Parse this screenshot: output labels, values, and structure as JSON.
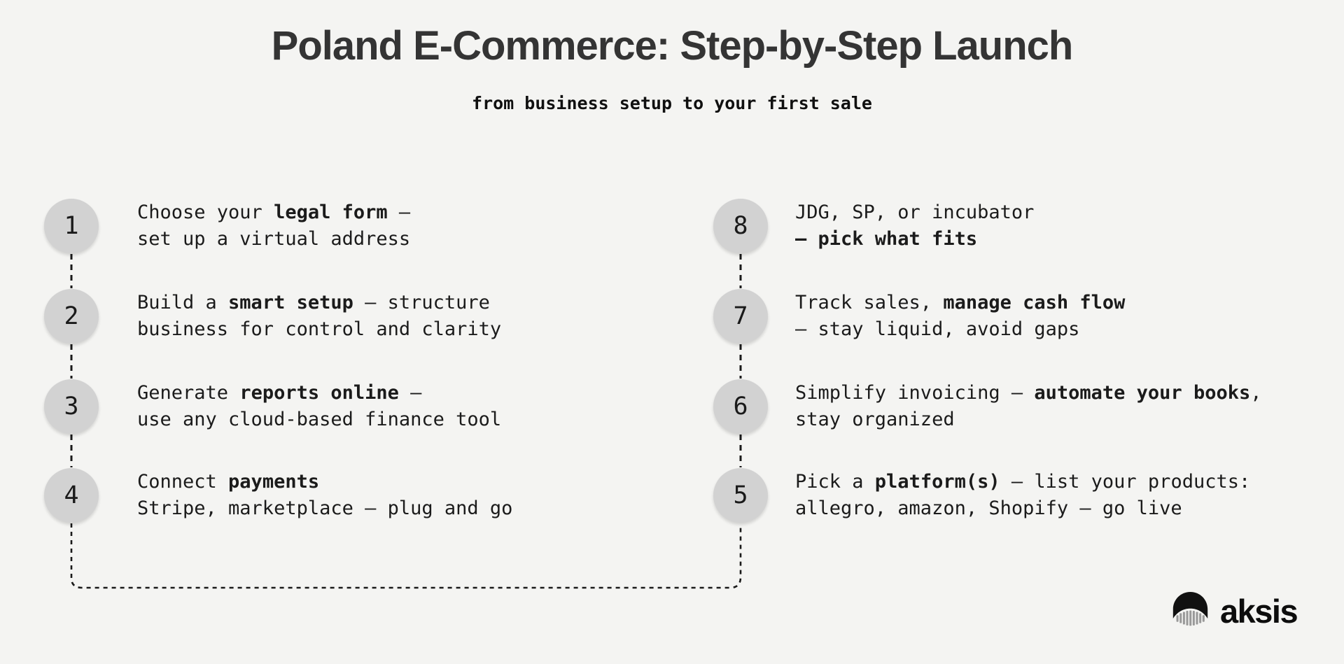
{
  "header": {
    "title": "Poland E-Commerce: Step-by-Step Launch",
    "subtitle": "from business setup to your first sale"
  },
  "steps": [
    {
      "number": "1",
      "col": "left",
      "row": 0,
      "lines": [
        [
          {
            "t": "Choose your ",
            "b": false
          },
          {
            "t": "legal form",
            "b": true
          },
          {
            "t": " —",
            "b": false
          }
        ],
        [
          {
            "t": "set up a virtual address",
            "b": false
          }
        ]
      ]
    },
    {
      "number": "2",
      "col": "left",
      "row": 1,
      "lines": [
        [
          {
            "t": "Build a ",
            "b": false
          },
          {
            "t": "smart setup",
            "b": true
          },
          {
            "t": " — structure",
            "b": false
          }
        ],
        [
          {
            "t": "business for control and clarity",
            "b": false
          }
        ]
      ]
    },
    {
      "number": "3",
      "col": "left",
      "row": 2,
      "lines": [
        [
          {
            "t": "Generate ",
            "b": false
          },
          {
            "t": "reports online",
            "b": true
          },
          {
            "t": " —",
            "b": false
          }
        ],
        [
          {
            "t": "use any cloud-based finance tool",
            "b": false
          }
        ]
      ]
    },
    {
      "number": "4",
      "col": "left",
      "row": 3,
      "lines": [
        [
          {
            "t": "Connect ",
            "b": false
          },
          {
            "t": "payments",
            "b": true
          }
        ],
        [
          {
            "t": "Stripe, marketplace — plug and go",
            "b": false
          }
        ]
      ]
    },
    {
      "number": "8",
      "col": "right",
      "row": 0,
      "lines": [
        [
          {
            "t": "JDG, SP, or incubator",
            "b": false
          }
        ],
        [
          {
            "t": "— pick what fits",
            "b": true
          }
        ]
      ]
    },
    {
      "number": "7",
      "col": "right",
      "row": 1,
      "lines": [
        [
          {
            "t": "Track sales, ",
            "b": false
          },
          {
            "t": "manage cash flow",
            "b": true
          }
        ],
        [
          {
            "t": "— stay liquid, avoid gaps",
            "b": false
          }
        ]
      ]
    },
    {
      "number": "6",
      "col": "right",
      "row": 2,
      "lines": [
        [
          {
            "t": "Simplify invoicing — ",
            "b": false
          },
          {
            "t": "automate your books",
            "b": true
          },
          {
            "t": ",",
            "b": false
          }
        ],
        [
          {
            "t": "stay organized",
            "b": false
          }
        ]
      ]
    },
    {
      "number": "5",
      "col": "right",
      "row": 3,
      "lines": [
        [
          {
            "t": "Pick a ",
            "b": false
          },
          {
            "t": "platform(s)",
            "b": true
          },
          {
            "t": " — list your products:",
            "b": false
          }
        ],
        [
          {
            "t": "allegro, amazon, Shopify — go live",
            "b": false
          }
        ]
      ]
    }
  ],
  "logo": {
    "brand": "aksis"
  },
  "colors": {
    "background": "#f4f4f2",
    "circle_fill": "#d2d2d2",
    "title": "#343434",
    "text": "#1b1b1b",
    "connector": "#1a1a1a",
    "logo_bar": "#999999"
  }
}
